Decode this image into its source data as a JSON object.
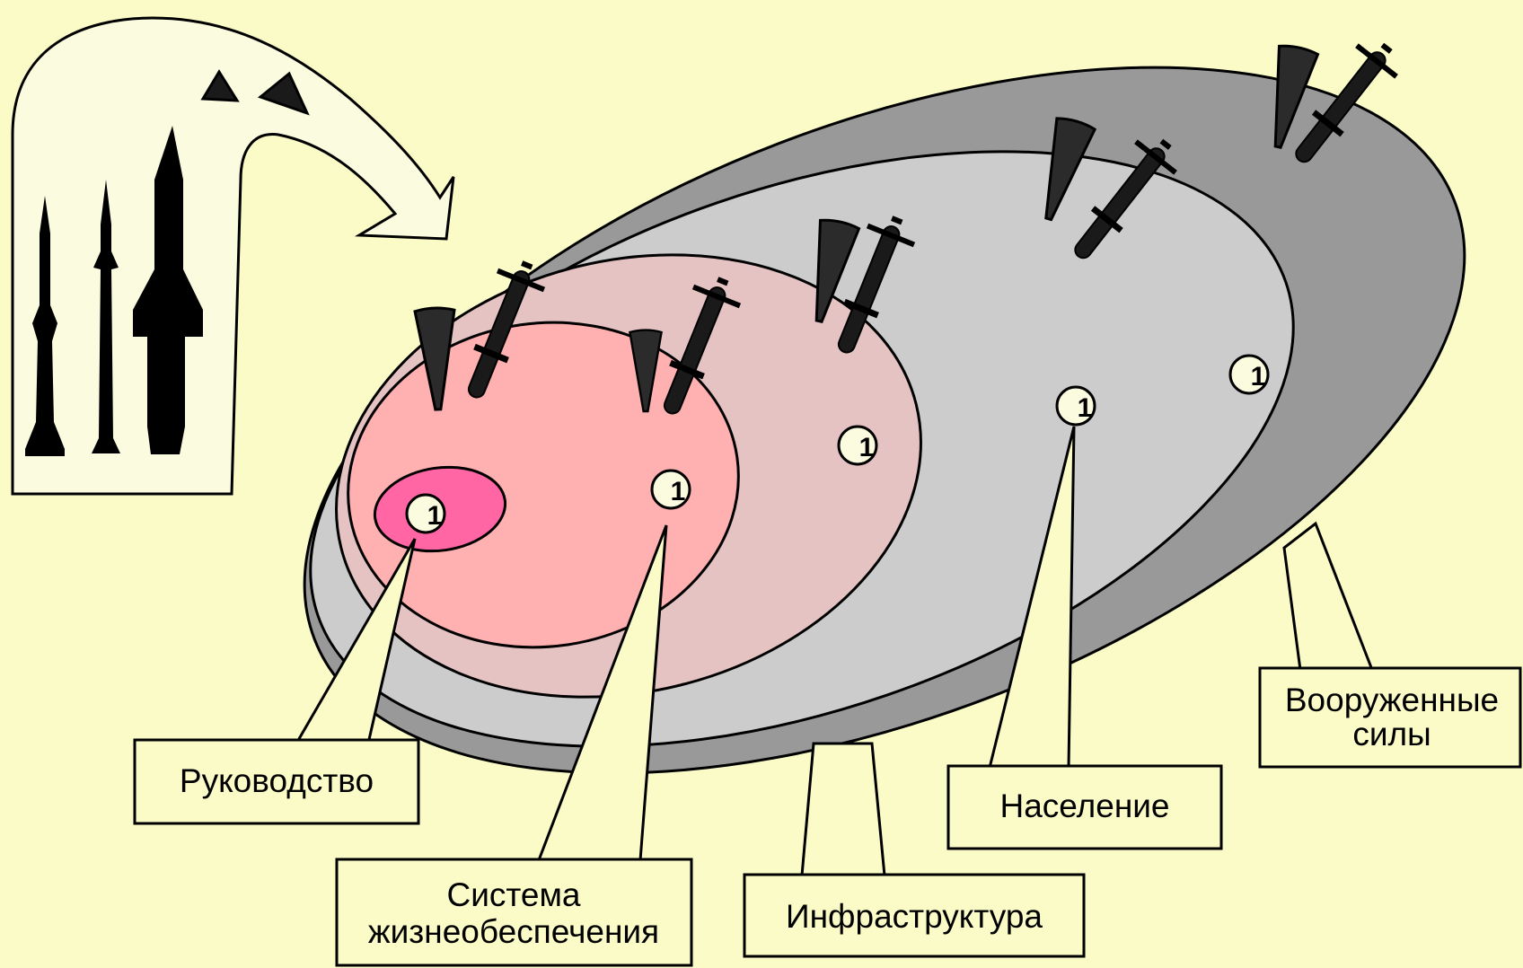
{
  "labels": {
    "leadership": "Руководство",
    "life_support_line1": "Система",
    "life_support_line2": "жизнеобеспечения",
    "infrastructure": "Инфраструктура",
    "population": "Население",
    "armed_forces_line1": "Вооруженные",
    "armed_forces_line2": "силы"
  },
  "markers": {
    "leadership": "1",
    "life_support": "1",
    "infrastructure": "1",
    "population": "1",
    "armed_forces": "1"
  },
  "colors": {
    "background": "#fbfbc8",
    "armed_forces_zone": "#999999",
    "population_zone": "#cccccc",
    "infrastructure_zone": "#e6c3c3",
    "life_support_zone": "#ffb0b0",
    "leadership_zone": "#ff66a3",
    "callout_fill": "#fbfbc8"
  }
}
